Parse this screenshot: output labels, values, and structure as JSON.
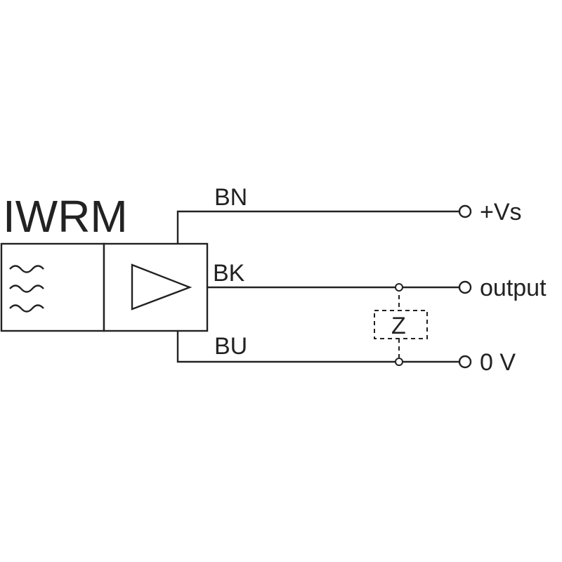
{
  "device": {
    "name": "IWRM",
    "sensor_symbol": "wave-icon",
    "amplifier_symbol": "amplifier-triangle-icon"
  },
  "wires": {
    "top": {
      "color_code": "BN",
      "terminal": "+Vs"
    },
    "middle": {
      "color_code": "BK",
      "terminal": "output"
    },
    "bottom": {
      "color_code": "BU",
      "terminal": "0 V"
    }
  },
  "load": {
    "label": "Z"
  },
  "colors": {
    "line": "#222222",
    "background": "#ffffff"
  }
}
